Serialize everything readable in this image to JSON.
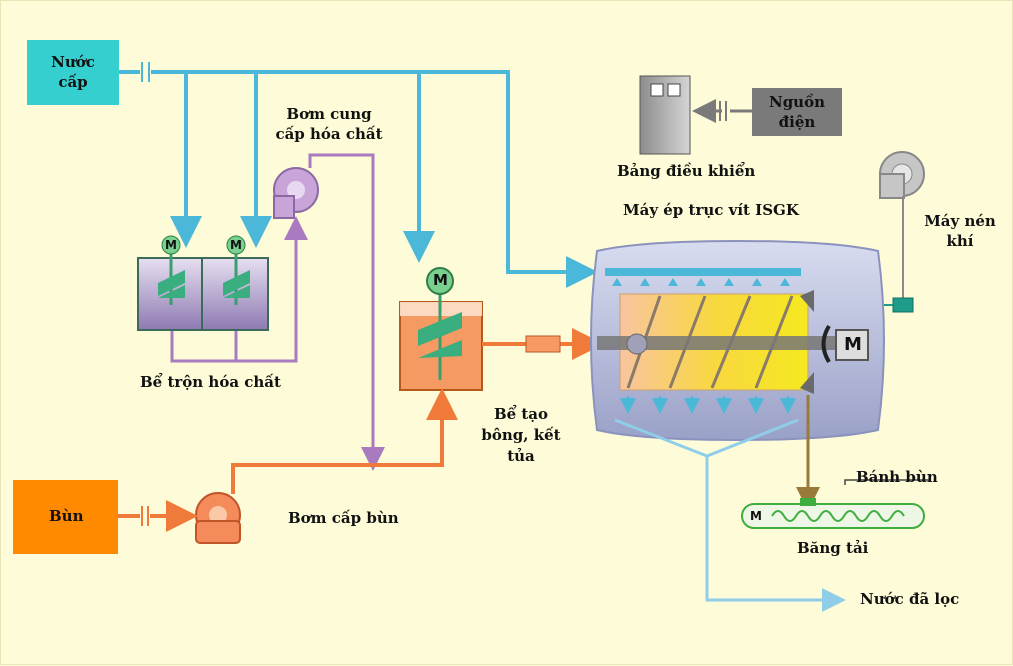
{
  "labels": {
    "nuoc_cap": "Nước cấp",
    "nguon_dien": "Nguồn điện",
    "bang_dieu_khien": "Bảng điều khiển",
    "bom_hoa_chat": "Bơm cung cấp hóa chất",
    "may_ep": "Máy ép trục vít ISGK",
    "may_nen_khi": "Máy nén khí",
    "be_tron": "Bể trộn hóa chất",
    "be_tao_bong": "Bể tạo bông, kết tủa",
    "bun": "Bùn",
    "bom_cap_bun": "Bơm cấp bùn",
    "banh_bun": "Bánh bùn",
    "bang_tai": "Băng tải",
    "nuoc_da_loc": "Nước đã lọc",
    "motor": "M"
  },
  "colors": {
    "background": "#fefcd8",
    "water_line": "#4bb7d9",
    "sludge_line": "#f07a3a",
    "chemical_line": "#a97ac0",
    "nuoc_cap_box": "#35cfcf",
    "bun_box": "#ff8a00",
    "nguon_dien_box": "#7a7a7a",
    "screw": "#f7d21a",
    "conveyor_green": "#3fae3f"
  }
}
